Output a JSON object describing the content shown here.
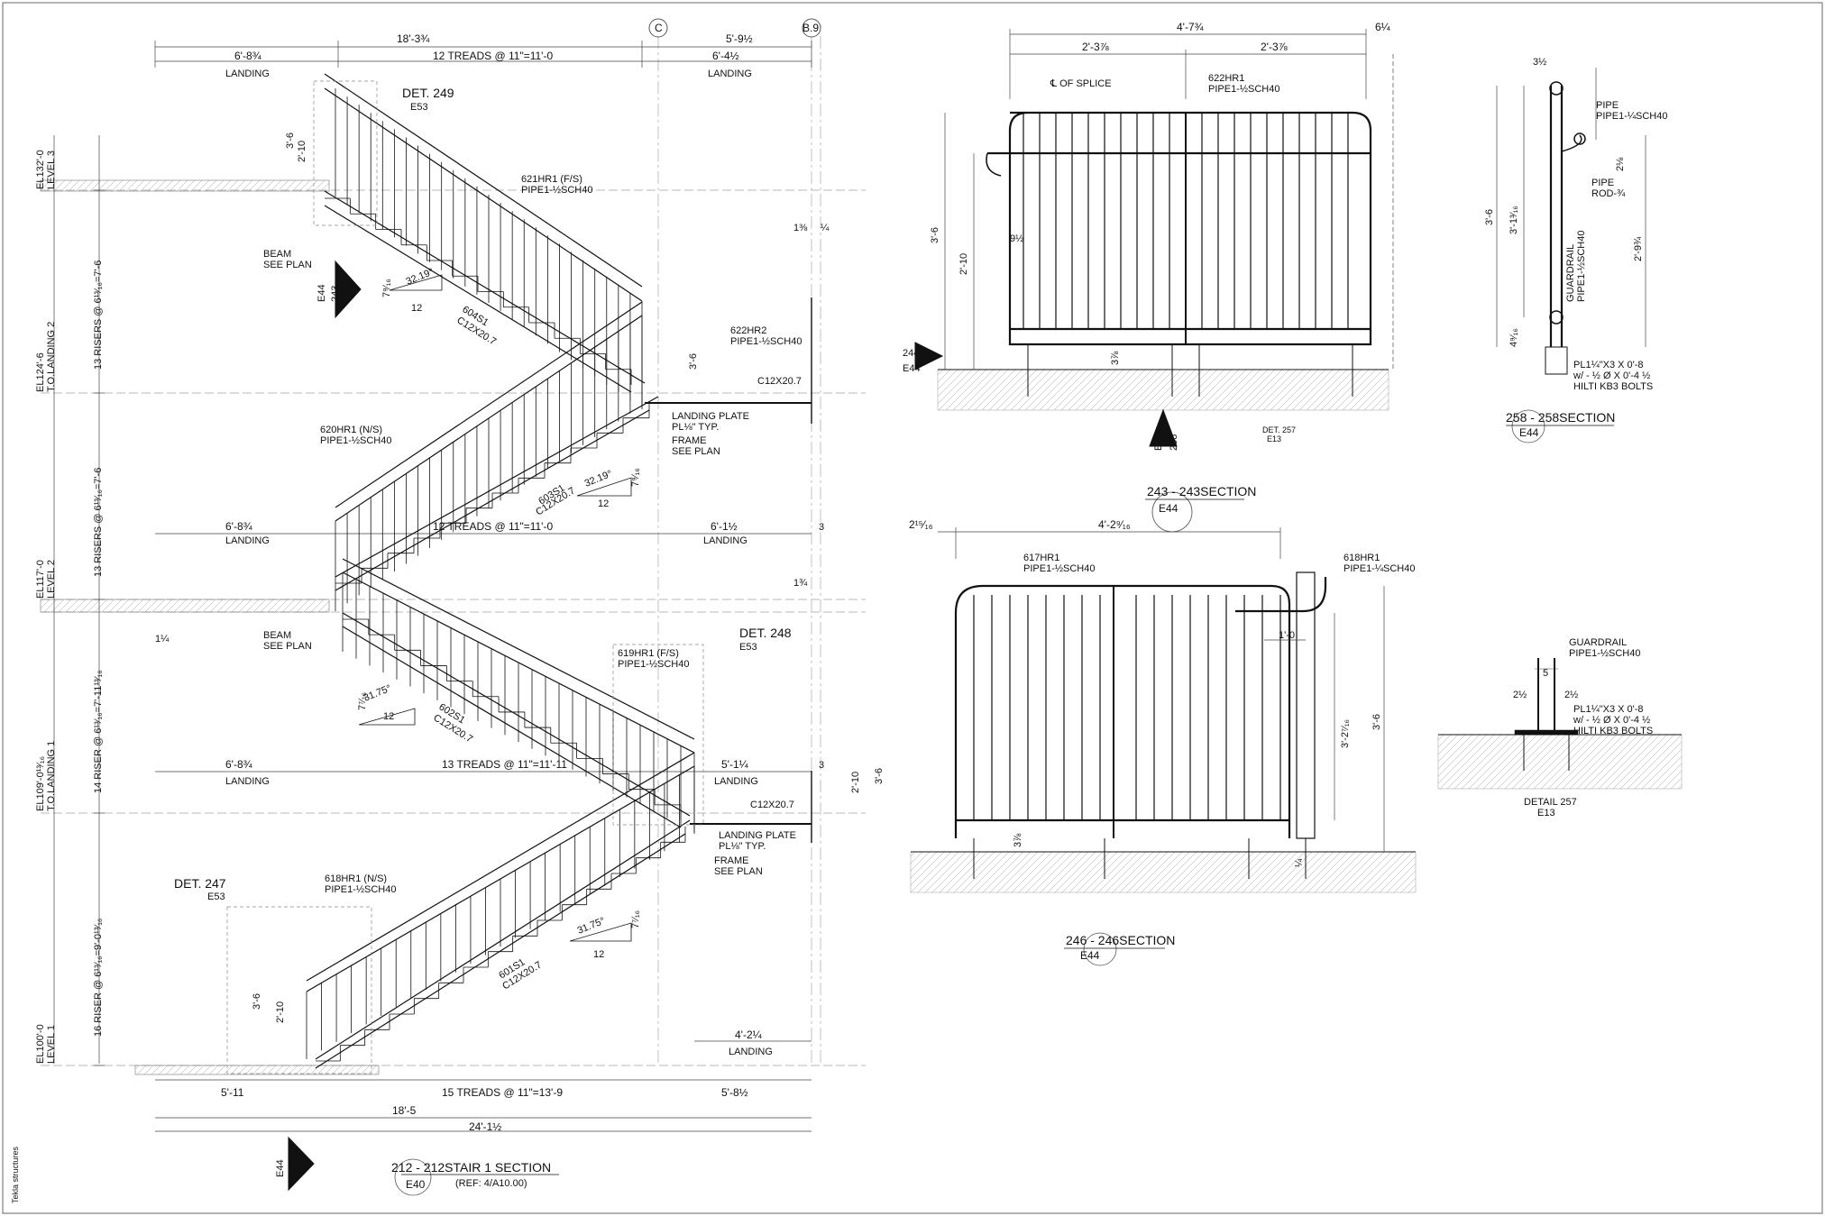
{
  "main": {
    "top": {
      "overall": "18'-3¾",
      "landing_left": "6'-8¾",
      "treads": "12 TREADS @ 11\"=11'-0",
      "landing_right": "6'-4½",
      "landing_word": "LANDING",
      "dim_right": "5'-9½",
      "grid_c": "C",
      "grid_b9": "B.9"
    },
    "levels": [
      {
        "el": "EL132'-0",
        "name": "LEVEL 3"
      },
      {
        "el": "EL124'-6",
        "name": "T.O.LANDING 2"
      },
      {
        "el": "EL117'-0",
        "name": "LEVEL 2"
      },
      {
        "el": "EL109'-0¹³⁄₁₆",
        "name": "T.O.LANDING 1"
      },
      {
        "el": "EL100'-0",
        "name": "LEVEL 1"
      }
    ],
    "risers": [
      "13 RISERS @ 6¹³⁄₁₆=7'-6",
      "13 RISERS @ 6¹³⁄₁₆=7'-6",
      "14 RISER @ 6¹³⁄₁₆=7'-11¹³⁄₁₆",
      "16 RISER @ 6¹³⁄₁₆=9'-0¹³⁄₁₆"
    ],
    "det249": {
      "title": "DET. 249",
      "sheet": "E53"
    },
    "det248": {
      "title": "DET. 248",
      "sheet": "E53"
    },
    "det247": {
      "title": "DET. 247",
      "sheet": "E53"
    },
    "rail621": {
      "id": "621HR1 (F/S)",
      "pipe": "PIPE1-½SCH40"
    },
    "rail622": {
      "id": "622HR2",
      "pipe": "PIPE1-½SCH40"
    },
    "rail620": {
      "id": "620HR1 (N/S)",
      "pipe": "PIPE1-½SCH40"
    },
    "rail619": {
      "id": "619HR1 (F/S)",
      "pipe": "PIPE1-½SCH40"
    },
    "rail618": {
      "id": "618HR1 (N/S)",
      "pipe": "PIPE1-½SCH40"
    },
    "beam": {
      "l1": "BEAM",
      "l2": "SEE PLAN"
    },
    "s604": {
      "a": "604S1",
      "b": "C12X20.7"
    },
    "s603": {
      "a": "603S1",
      "b": "C12X20.7"
    },
    "s602": {
      "a": "602S1",
      "b": "C12X20.7"
    },
    "s601": {
      "a": "601S1",
      "b": "C12X20.7"
    },
    "angle1": "32.19°",
    "angle2": "31.75°",
    "rise1": "7⁹⁄₁₆",
    "rise2": "7⁷⁄₁₆",
    "run": "12",
    "landing_plate": {
      "l1": "LANDING PLATE",
      "l2": "PL⅛\" TYP."
    },
    "frame": {
      "l1": "FRAME",
      "l2": "SEE PLAN"
    },
    "c12": "C12X20.7",
    "mid_treads": "12 TREADS @ 11\"=11'-0",
    "low_treads": "13 TREADS @ 11\"=11'-11",
    "bot_treads": "15 TREADS @ 11\"=13'-9",
    "d_684": "6'-8¾",
    "d_612": "6'-1½",
    "d_514": "5'-1¼",
    "d_3": "3",
    "d_138": "1⅜",
    "d_14": "¼",
    "d_134": "1¾",
    "d_114": "1¼",
    "d_36": "3'-6",
    "d_210": "2'-10",
    "d_4214": "4'-2¼",
    "bot_511": "5'-11",
    "bot_185": "18'-5",
    "bot_2412": "24'-1½",
    "bot_5812": "5'-8½",
    "title": {
      "name": "212 - 212STAIR 1 SECTION",
      "sheet": "E40",
      "ref": "(REF: 4/A10.00)"
    },
    "bubble_243": {
      "num": "243",
      "sheet": "E44"
    },
    "bubble_246": {
      "num": "246",
      "sheet": "E44"
    }
  },
  "sec243": {
    "overall": "4'-7¾",
    "half1": "2'-3⅞",
    "half2": "2'-3⅞",
    "side": "6¼",
    "splice": "℄ OF SPLICE",
    "rail": {
      "id": "622HR1",
      "pipe": "PIPE1-½SCH40"
    },
    "h36": "3'-6",
    "h210": "2'-10",
    "d912": "9½",
    "d378": "3⅞",
    "det": "DET. 257",
    "det_sheet": "E13",
    "bubble_244": {
      "num": "244",
      "sheet": "E44"
    },
    "bubble_258": {
      "num": "258",
      "sheet": "E44"
    },
    "title": "243 - 243SECTION",
    "sheet": "E44"
  },
  "sec258": {
    "top": "3½",
    "pipe_a": "PIPE",
    "pipe_b": "PIPE1-¼SCH40",
    "rod_a": "PIPE",
    "rod_b": "ROD-¾",
    "d218": "2⅛",
    "h36": "3'-6",
    "h31316": "3'-1³⁄₁₆",
    "h2934": "2'-9¾",
    "d4916": "4⁹⁄₁₆",
    "guard": "GUARDRAIL",
    "guard_pipe": "PIPE1-½SCH40",
    "pl1": "PL1¼\"X3 X 0'-8",
    "pl2": "w/ - ½ Ø X 0'-4 ½",
    "pl3": "HILTI KB3 BOLTS",
    "title": "258 - 258SECTION",
    "sheet": "E44"
  },
  "sec246": {
    "overall": "4'-2⁹⁄₁₆",
    "left": "2¹⁵⁄₁₆",
    "rail617": {
      "id": "617HR1",
      "pipe": "PIPE1-½SCH40"
    },
    "rail618": {
      "id": "618HR1",
      "pipe": "PIPE1-¼SCH40"
    },
    "d10": "1'-0",
    "h32716": "3'-2⁷⁄₁₆",
    "h36": "3'-6",
    "d378": "3⅞",
    "d14": "¼",
    "title": "246 - 246SECTION",
    "sheet": "E44"
  },
  "det257": {
    "guard": "GUARDRAIL",
    "pipe": "PIPE1-½SCH40",
    "d5": "5",
    "dl": "2½",
    "dr": "2½",
    "pl1": "PL1¼\"X3 X 0'-8",
    "pl2": "w/ - ½ Ø X 0'-4 ½",
    "pl3": "HILTI KB3 BOLTS",
    "title": "DETAIL 257",
    "sheet": "E13"
  },
  "margin_note": "Tekla structures"
}
